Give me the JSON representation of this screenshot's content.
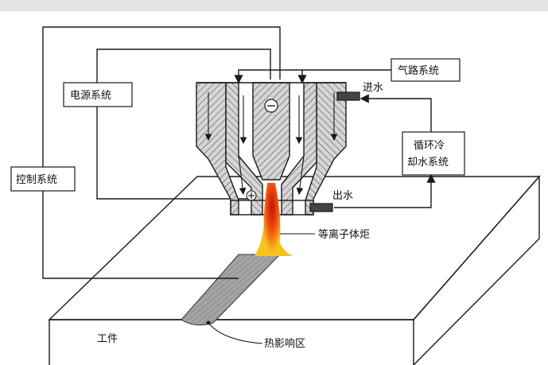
{
  "labels": {
    "power_system": "电源系统",
    "control_system": "控制系统",
    "gas_system": "气路系统",
    "water_in": "进水",
    "water_out": "出水",
    "cooling_line1": "循环冷",
    "cooling_line2": "却水系统",
    "plasma_torch": "等离子体炬",
    "workpiece": "工件",
    "heat_affected_zone": "热影响区",
    "cathode_symbol": "⊖",
    "anode_symbol": "⊕"
  },
  "colors": {
    "line": "#1a1a1a",
    "hatch_fill": "#c8c8c8",
    "flame_core": "#d81e10",
    "flame_mid": "#f25a0c",
    "flame_outer": "#f6c21c",
    "kerf_fill": "#9a9a9a",
    "top_bar": "#e4e4e4"
  }
}
